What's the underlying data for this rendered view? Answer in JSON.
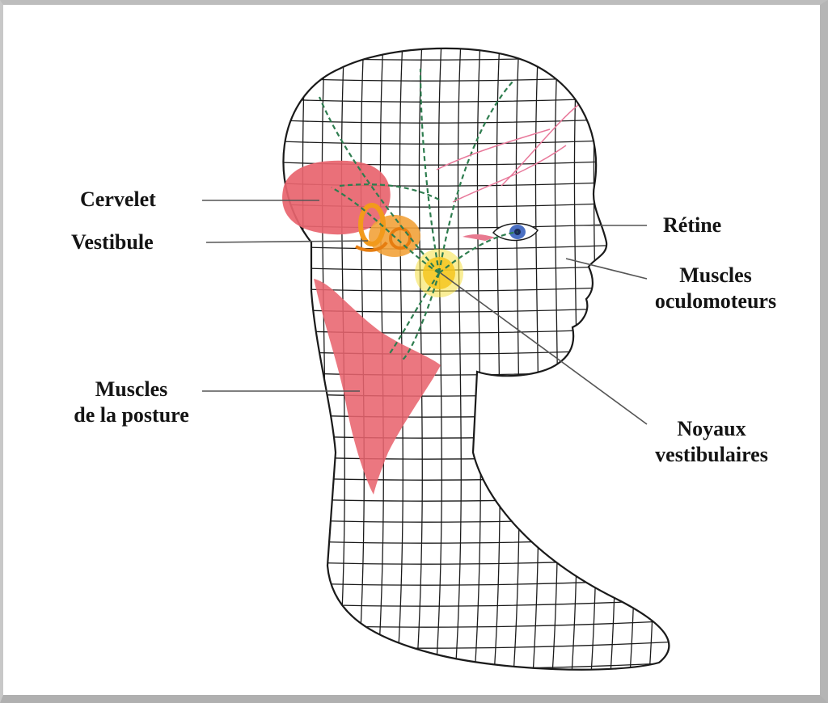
{
  "labels": {
    "cervelet": "Cervelet",
    "vestibule": "Vestibule",
    "retine": "Rétine",
    "muscles_oculo_1": "Muscles",
    "muscles_oculo_2": "oculomoteurs",
    "muscles_posture_1": "Muscles",
    "muscles_posture_2": "de la posture",
    "noyaux_1": "Noyaux",
    "noyaux_2": "vestibulaires"
  },
  "colors": {
    "wireframe": "#1a1a1a",
    "cerebellum": "#e8646e",
    "vestibule": "#f2a23a",
    "nuclei": "#f5e042",
    "posture_muscle": "#e8646e",
    "pathways": "#2e7d4f",
    "eye_iris": "#4a6fc2",
    "leader_line": "#555555"
  }
}
